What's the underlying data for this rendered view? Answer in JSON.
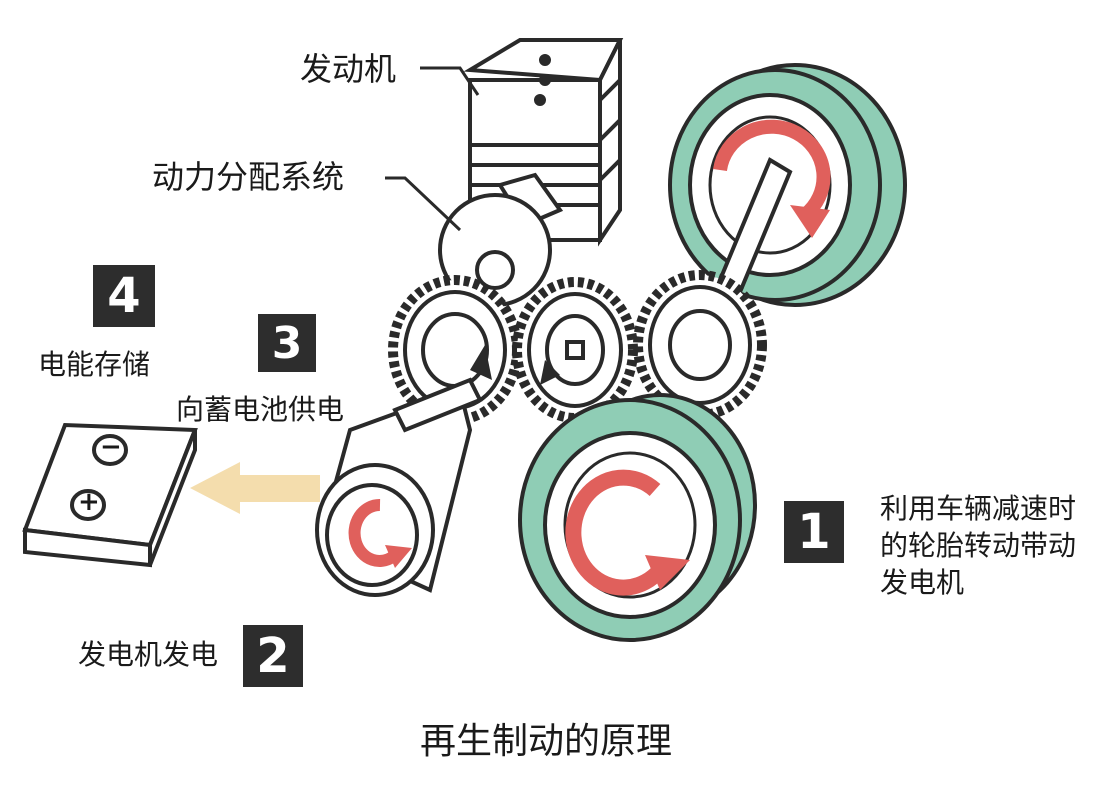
{
  "labels": {
    "engine": "发动机",
    "power_split": "动力分配系统",
    "step1": "利用车辆减速时的轮胎转动带动发电机",
    "step1_lines": [
      "利用车辆减速时",
      "的轮胎转动带动",
      "发电机"
    ],
    "step2": "发电机发电",
    "step3": "向蓄电池供电",
    "step4": "电能存储",
    "caption": "再生制动的原理"
  },
  "badges": {
    "one": "1",
    "two": "2",
    "three": "3",
    "four": "4"
  },
  "battery": {
    "minus_symbol": "−",
    "plus_symbol": "+"
  },
  "colors": {
    "wheel_green": "#8fcdb5",
    "arrow_red": "#e0605c",
    "energy_arrow": "#f3d9a4",
    "outline": "#2a2a2a",
    "badge": "#2d2d2d"
  }
}
